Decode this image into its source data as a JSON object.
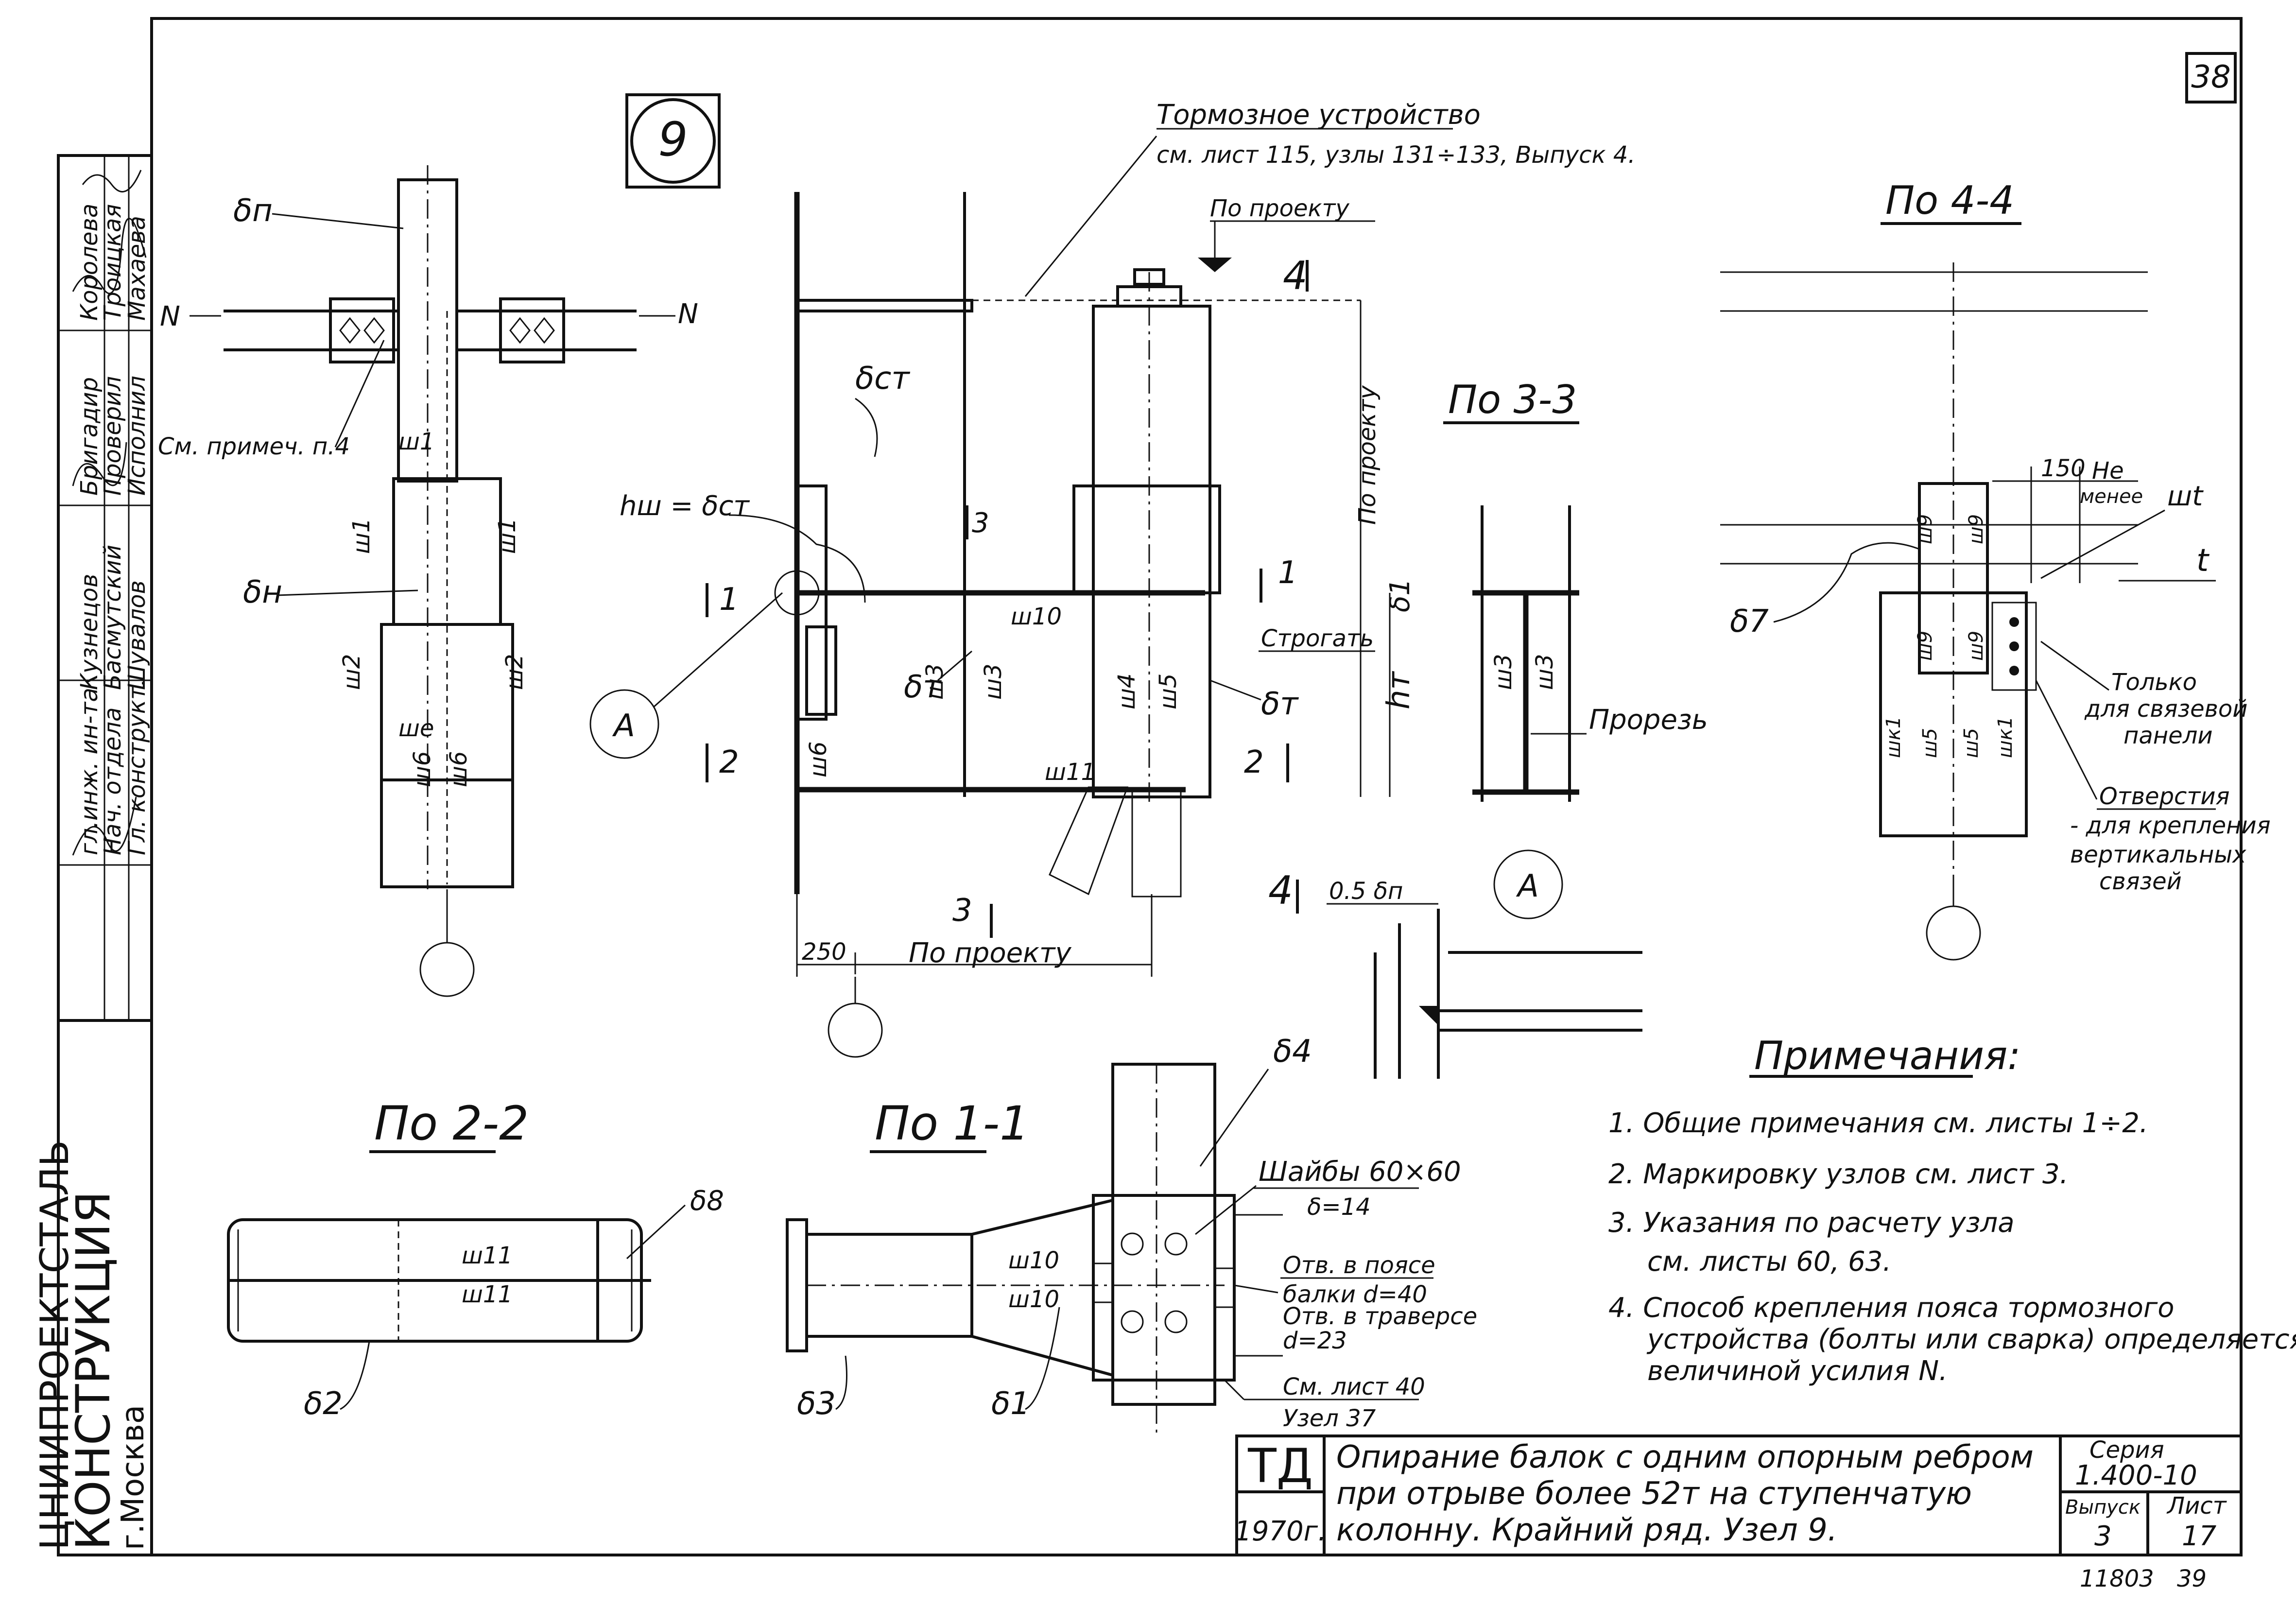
{
  "sheet": {
    "sheet_number": "38",
    "node_number": "9",
    "bottom_codes": {
      "left": "11803",
      "right": "39"
    }
  },
  "stamp": {
    "organization_line1": "ЦНИИПРОЕКТСТАЛЬ",
    "organization_line2": "КОНСТРУКЦИЯ",
    "city": "г.Москва",
    "rows": [
      {
        "role": "гл.инж. ин-та",
        "name": "Кузнецов"
      },
      {
        "role": "Нач. отдела",
        "name": "Басмутский"
      },
      {
        "role": "Гл. конструкт.",
        "name": "Шувалов"
      },
      {
        "role": "Бригадир",
        "name": "Королева"
      },
      {
        "role": "Проверил",
        "name": "Троицкая"
      },
      {
        "role": "Исполнил",
        "name": "Махаева"
      }
    ]
  },
  "views": {
    "elevation_labels": {
      "delta_p": "δп",
      "delta_n": "δн",
      "n_left": "N",
      "n_right": "N",
      "note_ref": "См. примеч. п.4",
      "w1": "ш1",
      "w1b": "ш1",
      "w1c": "ш1",
      "w2": "ш2",
      "w2b": "ш2",
      "w6": "ш6",
      "w6b": "ш6",
      "we": "шe"
    },
    "section_main": {
      "brake_title": "Тормозное устройство",
      "brake_ref": "см. лист 115, узлы 131÷133, Выпуск 4.",
      "per_project_top": "По проекту",
      "cut4": "4",
      "per_project_vertical": "По проекту",
      "delta_st": "δст",
      "hw": "hш = δст",
      "cut3": "3",
      "cut1": "1",
      "cut2": "2",
      "plane": "Строгать",
      "delta_1": "δ1",
      "h_t": "hт",
      "delta_t": "δт",
      "delta_t2": "δт",
      "w3": "ш3",
      "w3b": "ш3",
      "w4": "ш4",
      "w5": "ш5",
      "w6": "ш6",
      "w10": "ш10",
      "w11": "ш11",
      "callout_a": "А",
      "dim_250": "250",
      "per_project_bottom": "По проекту"
    },
    "section_3_3": {
      "title": "По 3-3",
      "w3": "ш3",
      "w3b": "ш3",
      "cut": "Прорезь"
    },
    "section_4_4": {
      "title": "По 4-4",
      "dim_150": "150",
      "min_line1": "Не",
      "min_line2": "менее",
      "wt": "шt",
      "t": "t",
      "delta_7": "δ7",
      "w9": "ш9",
      "w9b": "ш9",
      "w9c": "ш9",
      "w9d": "ш9",
      "wk1": "шк1",
      "wk1b": "шк1",
      "w5": "ш5",
      "w5b": "ш5",
      "only_line1": "Только",
      "only_line2": "для связевой",
      "only_line3": "панели",
      "holes_title": "Отверстия",
      "holes_line2": "- для крепления",
      "holes_line3": "вертикальных",
      "holes_line4": "связей"
    },
    "detail_a": {
      "label": "А",
      "dim": "0.5 δп",
      "cut4": "4"
    },
    "section_2_2": {
      "title": "По 2-2",
      "delta_8": "δ8",
      "delta_2": "δ2",
      "w11": "ш11",
      "w11b": "ш11"
    },
    "section_1_1": {
      "title": "По 1-1",
      "delta_4": "δ4",
      "washers_line1": "Шайбы 60×60",
      "washers_line2": "δ=14",
      "hole_line1": "Отв. в поясе",
      "hole_line2": "балки d=40",
      "hole_line3": "Отв. в траверсе",
      "hole_line4": "d=23",
      "ref_line1": "См. лист 40",
      "ref_line2": "Узел 37",
      "delta_3": "δ3",
      "delta_1": "δ1",
      "w10": "ш10",
      "w10b": "ш10"
    }
  },
  "notes": {
    "title": "Примечания:",
    "items": [
      "1. Общие примечания см. листы 1÷2.",
      "2. Маркировку узлов см. лист 3.",
      "3. Указания по расчету узла",
      "см. листы 60, 63.",
      "4. Способ крепления пояса тормозного",
      "устройства (болты или сварка) определяется",
      "величиной усилия N."
    ]
  },
  "title_block": {
    "mark": "ТД",
    "year": "1970г.",
    "title_line1": "Опирание балок с одним опорным ребром",
    "title_line2": "при отрыве более 52т на ступенчатую",
    "title_line3": "колонну. Крайний ряд. Узел 9.",
    "series_label": "Серия",
    "series_value": "1.400-10",
    "issue_label": "Выпуск",
    "issue_value": "3",
    "sheet_label": "Лист",
    "sheet_value": "17"
  }
}
